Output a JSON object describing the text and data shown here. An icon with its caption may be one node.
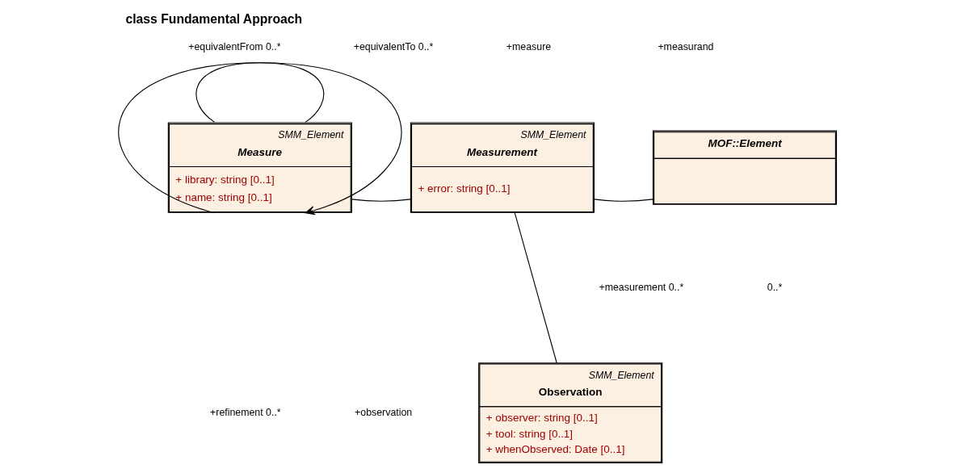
{
  "diagram": {
    "title": "class Fundamental Approach",
    "nodes": [
      {
        "text": [
          "SMM_Element",
          "Measure",
          "+ library: string [0..1]",
          "+ name: string [0..1]"
        ]
      },
      {
        "text": [
          "SMM_Element",
          "Measurement",
          "+ error: string [0..1]"
        ]
      },
      {
        "text": [
          "MOF::Element"
        ]
      },
      {
        "text": [
          "SMM_Element",
          "Observation",
          "+ observer: string [0..1]",
          "+ tool: string [0..1]",
          "+ whenObserved: Date [0..1]"
        ]
      }
    ],
    "edges": [
      {
        "from": 0,
        "to": 0,
        "arrow": "none"
      },
      {
        "from": 0,
        "to": 1,
        "arrow": "none"
      },
      {
        "from": 1,
        "to": 2,
        "arrow": "none"
      },
      {
        "from": 0,
        "to": 0,
        "arrow": "to"
      },
      {
        "from": 1,
        "to": 3,
        "arrow": "none"
      }
    ],
    "labels": [
      "+equivalentFrom 0..*",
      "+equivalentTo 0..*",
      "+measure",
      "+measurand",
      "+measurement 0..*",
      "0..*",
      "+refinement 0..*",
      "+observation"
    ]
  }
}
